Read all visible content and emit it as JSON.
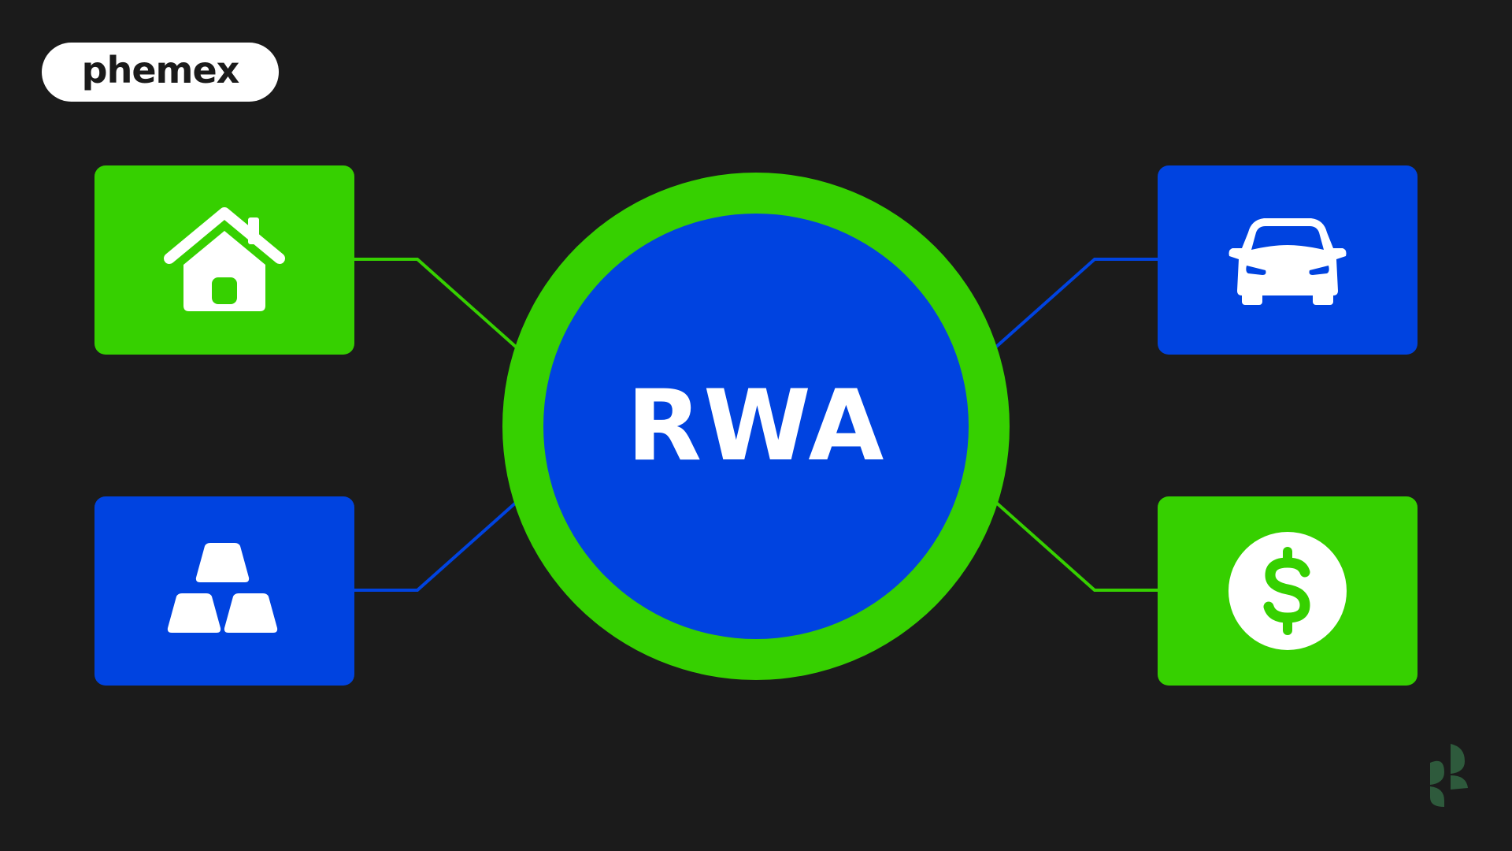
{
  "brand": {
    "logo_text": "phemex",
    "colors": {
      "background": "#1b1b1b",
      "green": "#36d000",
      "blue": "#0043e0",
      "white": "#ffffff",
      "watermark": "#2e5a3c"
    }
  },
  "center": {
    "label": "RWA"
  },
  "nodes": [
    {
      "id": "real-estate",
      "icon": "house-icon",
      "tile_color": "green",
      "side": "left",
      "row": "top"
    },
    {
      "id": "gold",
      "icon": "gold-bars-icon",
      "tile_color": "blue",
      "side": "left",
      "row": "bottom"
    },
    {
      "id": "vehicle",
      "icon": "car-icon",
      "tile_color": "blue",
      "side": "right",
      "row": "top"
    },
    {
      "id": "currency",
      "icon": "dollar-coin-icon",
      "tile_color": "green",
      "side": "right",
      "row": "bottom"
    }
  ],
  "watermark": {
    "icon": "phemex-mark-icon"
  }
}
